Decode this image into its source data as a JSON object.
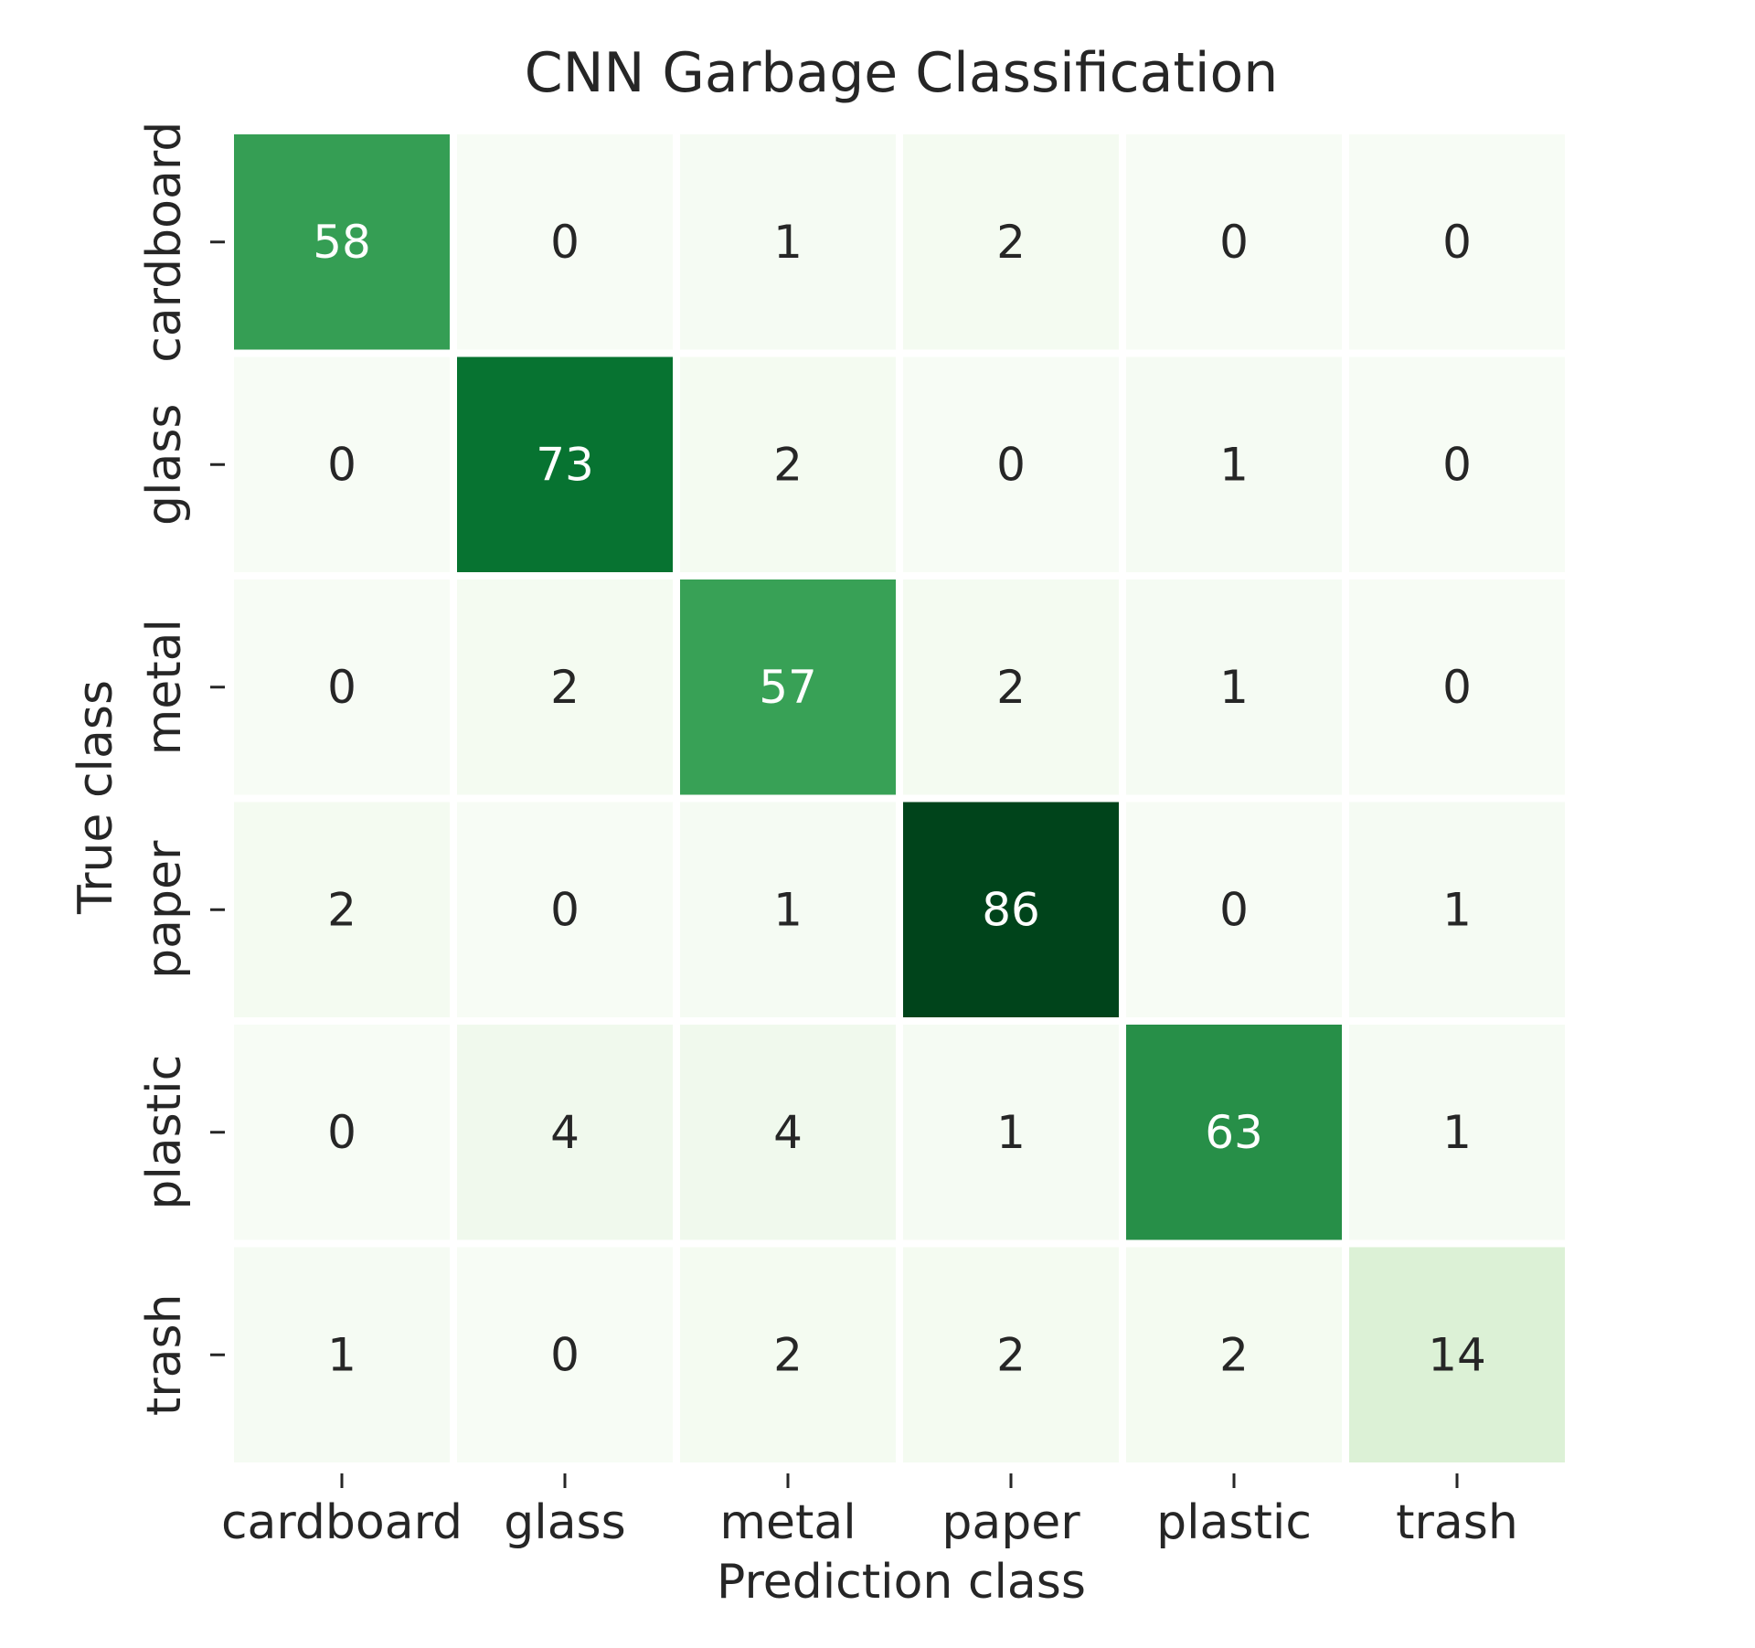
{
  "chart_data": {
    "type": "heatmap",
    "title": "CNN Garbage Classification",
    "xlabel": "Prediction class",
    "ylabel": "True class",
    "x_categories": [
      "cardboard",
      "glass",
      "metal",
      "paper",
      "plastic",
      "trash"
    ],
    "y_categories": [
      "cardboard",
      "glass",
      "metal",
      "paper",
      "plastic",
      "trash"
    ],
    "values": [
      [
        58,
        0,
        1,
        2,
        0,
        0
      ],
      [
        0,
        73,
        2,
        0,
        1,
        0
      ],
      [
        0,
        2,
        57,
        2,
        1,
        0
      ],
      [
        2,
        0,
        1,
        86,
        0,
        1
      ],
      [
        0,
        4,
        4,
        1,
        63,
        1
      ],
      [
        1,
        0,
        2,
        2,
        2,
        14
      ]
    ],
    "colormap": "Greens",
    "color_range": [
      0,
      86
    ],
    "annotations": true,
    "grid": false,
    "legend": "none"
  }
}
